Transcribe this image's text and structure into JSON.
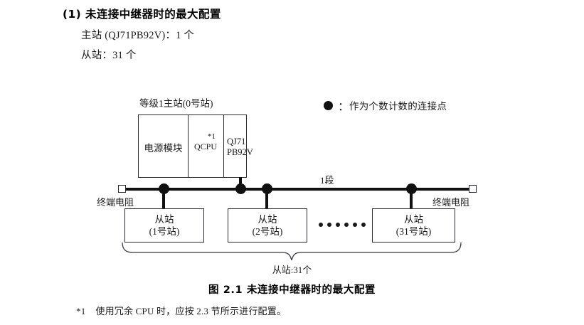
{
  "document": {
    "section_heading": "(1) 未连接中继器时的最大配置",
    "specs": [
      "主站 (QJ71PB92V)：1 个",
      "从站：31 个"
    ],
    "figure_caption": "图 2.1  未连接中继器时的最大配置",
    "footnote_mark": "*1",
    "footnote_text": "使用冗余 CPU 时，应按 2.3 节所示进行配置。"
  },
  "legend": {
    "symbol": "filled-circle",
    "separator": "：",
    "text": "作为个数计数的连接点"
  },
  "diagram": {
    "master": {
      "label": "等级1主站(0号站)",
      "slots": [
        {
          "name": "power-supply",
          "text": "电源模块"
        },
        {
          "name": "cpu",
          "text": "QCPU",
          "footmark": "*1"
        },
        {
          "name": "profibus-module",
          "line1": "QJ71",
          "line2": "PB92V"
        }
      ]
    },
    "bus": {
      "segment_label": "1段",
      "terminator_left_label": "终端电阻",
      "terminator_right_label": "终端电阻",
      "terminator_symbol": "open-square",
      "node_symbol": "filled-circle",
      "nodes_x": [
        230,
        338,
        375,
        578
      ]
    },
    "slaves": [
      {
        "title": "从站",
        "station": "(1号站)"
      },
      {
        "title": "从站",
        "station": "(2号站)"
      },
      {
        "title": "从站",
        "station": "(31号站)"
      }
    ],
    "ellipsis_dot_count": 6,
    "brace_label": "从站:31个"
  },
  "colors": {
    "ink": "#1a1a1a",
    "line": "#2a2a33",
    "node": "#111111",
    "page": "#ffffff"
  }
}
